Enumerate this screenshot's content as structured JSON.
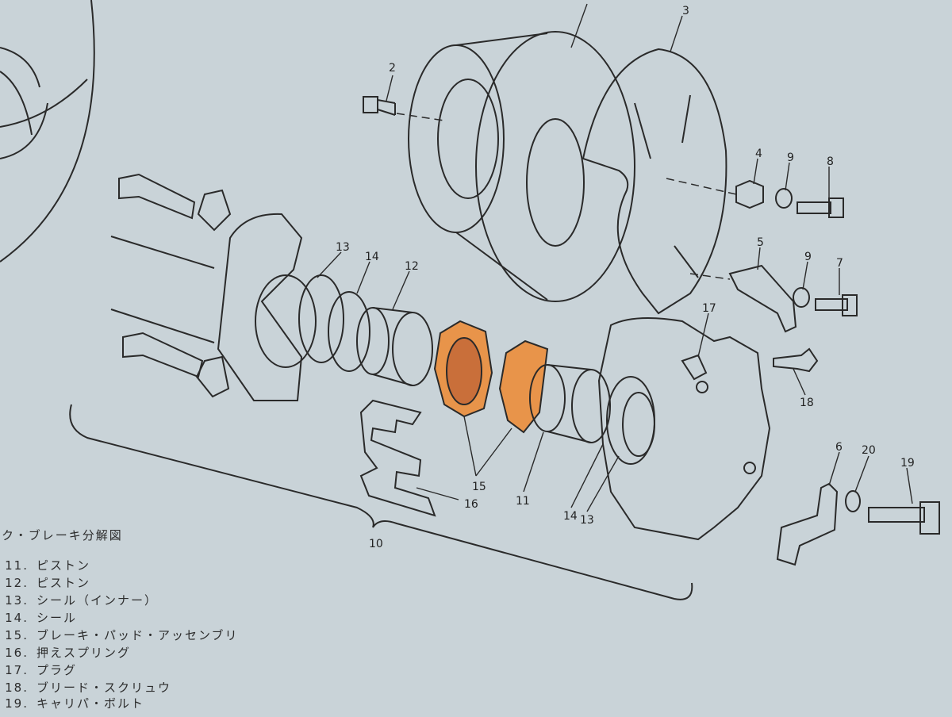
{
  "labels": {
    "l2": "2",
    "l3": "3",
    "l4": "4",
    "l5": "5",
    "l6": "6",
    "l7": "7",
    "l8": "8",
    "l9a": "9",
    "l9b": "9",
    "l10": "10",
    "l11": "11",
    "l12": "12",
    "l13a": "13",
    "l13b": "13",
    "l14a": "14",
    "l14b": "14",
    "l15": "15",
    "l16": "16",
    "l17": "17",
    "l18": "18",
    "l19": "19",
    "l20": "20"
  },
  "legend": {
    "title": "ク・ブレーキ分解図",
    "items": [
      {
        "num": "11.",
        "text": "ピストン"
      },
      {
        "num": "12.",
        "text": "ピストン"
      },
      {
        "num": "13.",
        "text": "シール（インナー）"
      },
      {
        "num": "14.",
        "text": "シール"
      },
      {
        "num": "15.",
        "text": "ブレーキ・パッド・アッセンブリ"
      },
      {
        "num": "16.",
        "text": "押えスプリング"
      },
      {
        "num": "17.",
        "text": "プラグ"
      },
      {
        "num": "18.",
        "text": "ブリード・スクリュウ"
      },
      {
        "num": "19.",
        "text": "キャリパ・ボルト"
      }
    ]
  },
  "colors": {
    "paper": "#c9d3d8",
    "ink": "#2a2a2a",
    "pad_highlight": "#e8944a"
  }
}
